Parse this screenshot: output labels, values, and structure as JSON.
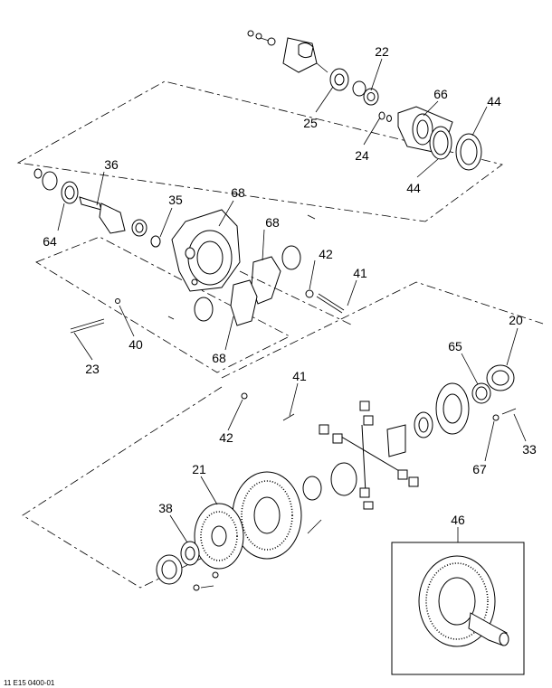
{
  "callouts": [
    {
      "id": "c22",
      "text": "22"
    },
    {
      "id": "c66",
      "text": "66"
    },
    {
      "id": "c44a",
      "text": "44"
    },
    {
      "id": "c25",
      "text": "25"
    },
    {
      "id": "c24",
      "text": "24"
    },
    {
      "id": "c44b",
      "text": "44"
    },
    {
      "id": "c36",
      "text": "36"
    },
    {
      "id": "c35",
      "text": "35"
    },
    {
      "id": "c68a",
      "text": "68"
    },
    {
      "id": "c68b",
      "text": "68"
    },
    {
      "id": "c64",
      "text": "64"
    },
    {
      "id": "c42a",
      "text": "42"
    },
    {
      "id": "c41a",
      "text": "41"
    },
    {
      "id": "c40",
      "text": "40"
    },
    {
      "id": "c23",
      "text": "23"
    },
    {
      "id": "c68c",
      "text": "68"
    },
    {
      "id": "c20",
      "text": "20"
    },
    {
      "id": "c65",
      "text": "65"
    },
    {
      "id": "c41b",
      "text": "41"
    },
    {
      "id": "c42b",
      "text": "42"
    },
    {
      "id": "c33",
      "text": "33"
    },
    {
      "id": "c67",
      "text": "67"
    },
    {
      "id": "c21",
      "text": "21"
    },
    {
      "id": "c38",
      "text": "38"
    },
    {
      "id": "c46",
      "text": "46"
    }
  ],
  "footer_code": "11 E15 0400-01"
}
